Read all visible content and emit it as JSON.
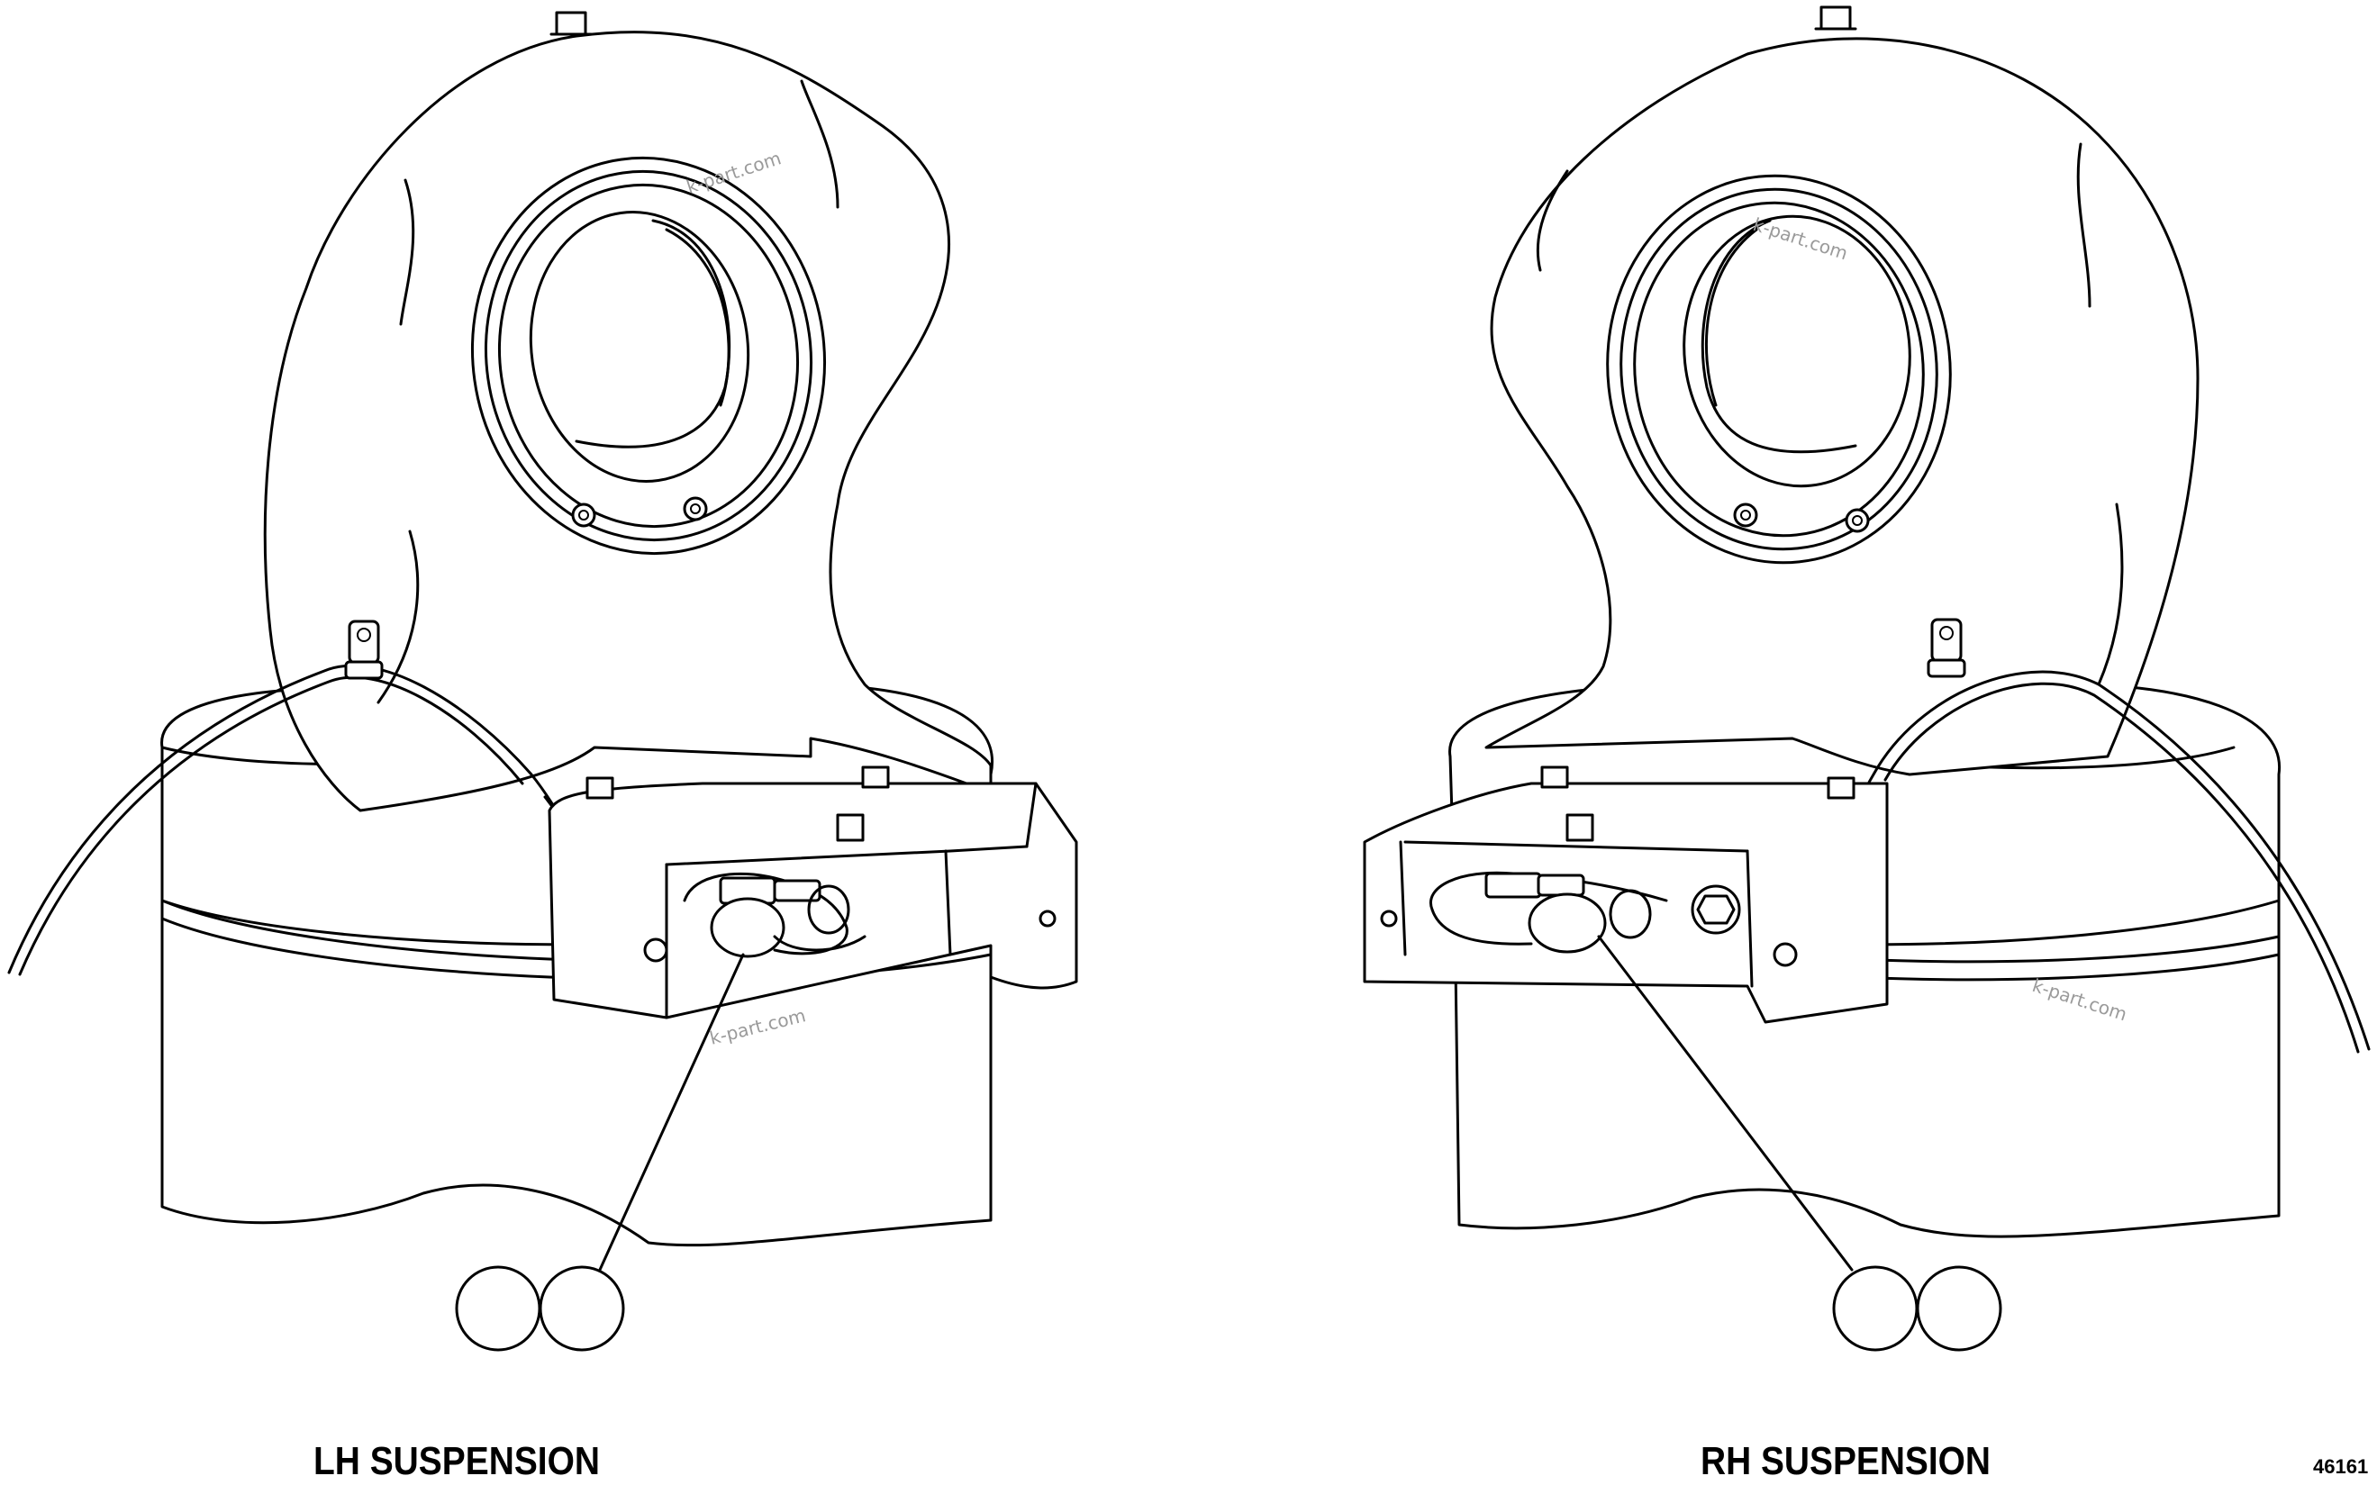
{
  "labels": {
    "lh": "LH SUSPENSION",
    "rh": "RH SUSPENSION",
    "figure_number": "46161"
  },
  "watermark": "k-part.com",
  "callouts": {
    "lh": [
      "",
      ""
    ],
    "rh": [
      "",
      ""
    ]
  }
}
